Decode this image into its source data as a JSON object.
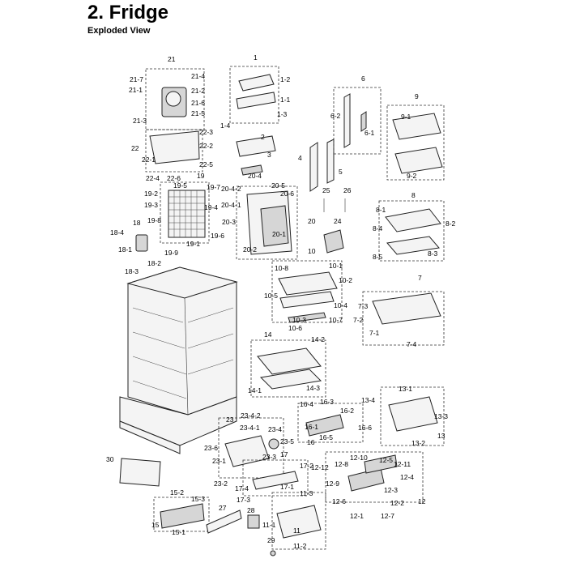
{
  "heading": "2.  Fridge",
  "subheading": "Exploded View",
  "callouts": [
    "1",
    "1-2",
    "1-1",
    "1-3",
    "1-4",
    "2",
    "3",
    "4",
    "5",
    "6",
    "6-2",
    "6-1",
    "9",
    "9-1",
    "9-2",
    "21",
    "21-7",
    "21-4",
    "21-1",
    "21-2",
    "21-6",
    "21-5",
    "21-3",
    "22",
    "22-3",
    "22-2",
    "22-1",
    "22-5",
    "22-4",
    "22-6",
    "19",
    "19-7",
    "19-2",
    "19-3",
    "19-4",
    "19-8",
    "19-6",
    "19-1",
    "19-9",
    "19-5",
    "20-4",
    "20-5",
    "20-4-2",
    "20-6",
    "20-4-1",
    "20-3",
    "20",
    "20-1",
    "20-2",
    "25",
    "26",
    "24",
    "8",
    "8-1",
    "8-2",
    "8-4",
    "8-5",
    "8-3",
    "18",
    "18-4",
    "18-1",
    "18-2",
    "18-3",
    "10",
    "10-1",
    "10-8",
    "10-2",
    "10-5",
    "10-4",
    "10-3",
    "10-7",
    "10-6",
    "7",
    "7-3",
    "7-2",
    "7-1",
    "7-4",
    "14",
    "14-2",
    "14-1",
    "14-3",
    "16-4",
    "16-3",
    "16-2",
    "16-1",
    "16-6",
    "16-5",
    "16",
    "13-4",
    "13-1",
    "13-3",
    "13-2",
    "13",
    "23",
    "23-4-2",
    "23-4-1",
    "23-4",
    "23-6",
    "23-5",
    "23-1",
    "23-3",
    "23-2",
    "17",
    "17-2",
    "17-4",
    "17-3",
    "17-1",
    "12-10",
    "12-5",
    "12-12",
    "12-8",
    "12-11",
    "12-9",
    "12-4",
    "12-3",
    "12-6",
    "12-2",
    "12-1",
    "12-7",
    "12",
    "30",
    "15-2",
    "15-3",
    "15",
    "15-1",
    "27",
    "28",
    "11-3",
    "11-1",
    "11",
    "11-2",
    "29"
  ]
}
